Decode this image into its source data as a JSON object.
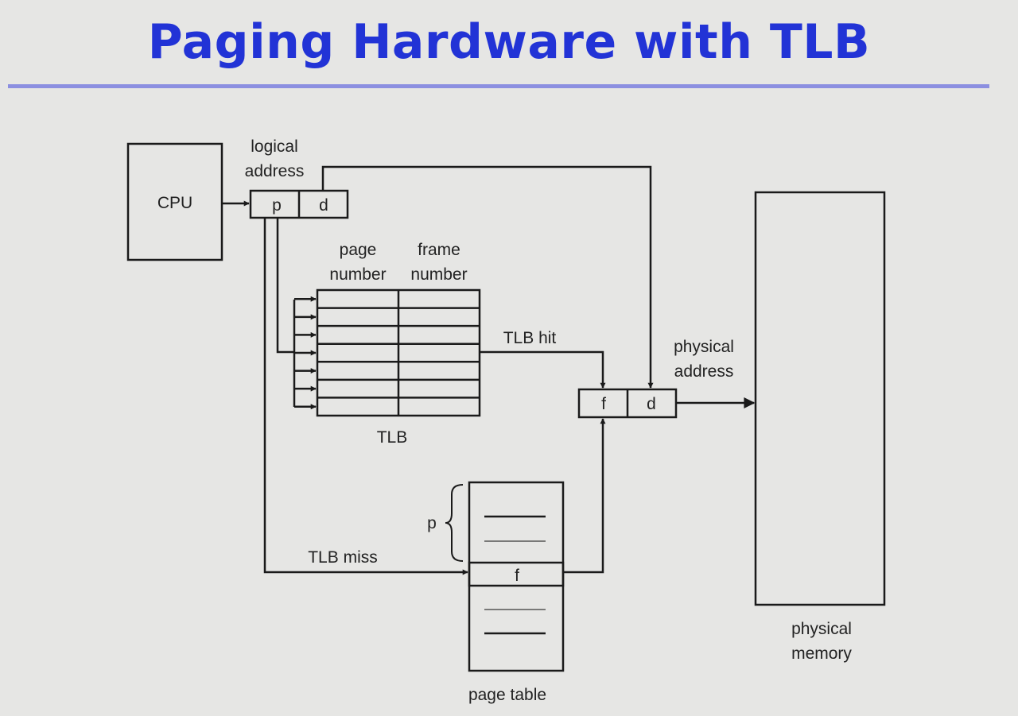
{
  "title": "Paging Hardware with TLB",
  "colors": {
    "title": "#2233d6",
    "rule": "#8c8fe0",
    "background": "#e6e6e4",
    "line": "#1a1a1a"
  },
  "diagram": {
    "cpu": "CPU",
    "logical_address": [
      "logical",
      "address"
    ],
    "logical_fields": {
      "page": "p",
      "offset": "d"
    },
    "tlb_headers": {
      "page_number": [
        "page",
        "number"
      ],
      "frame_number": [
        "frame",
        "number"
      ]
    },
    "tlb_label": "TLB",
    "tlb_hit": "TLB hit",
    "tlb_miss": "TLB miss",
    "physical_address": [
      "physical",
      "address"
    ],
    "physical_fields": {
      "frame": "f",
      "offset": "d"
    },
    "page_table_p": "p",
    "page_table_f": "f",
    "page_table_label": "page table",
    "physical_memory": [
      "physical",
      "memory"
    ]
  }
}
